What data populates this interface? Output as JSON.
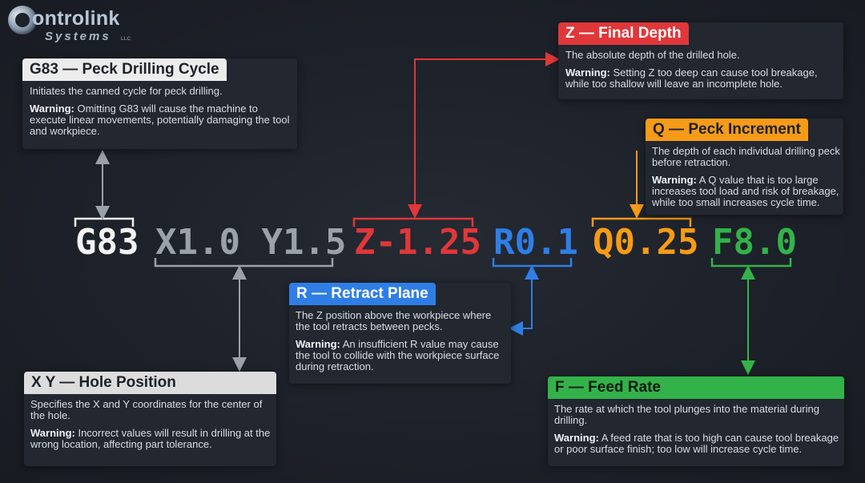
{
  "brand": {
    "name": "ontrolink",
    "sub": "Systems",
    "suffix": "LLC"
  },
  "code_line": {
    "g83": "G83",
    "xy": "X1.0 Y1.5",
    "z": "Z-1.25",
    "r": "R0.1",
    "q": "Q0.25",
    "f": "F8.0"
  },
  "colors": {
    "white": "#f2f2f2",
    "gray": "#9aa1ab",
    "red": "#e0373a",
    "blue": "#2f7ee6",
    "orange": "#f59b18",
    "green": "#33b24a"
  },
  "cards": {
    "g83": {
      "title": "G83 — Peck Drilling Cycle",
      "desc": "Initiates the canned cycle for peck drilling.",
      "warning_label": "Warning:",
      "warning": " Omitting G83 will cause the machine to execute linear movements, potentially damaging the tool and workpiece."
    },
    "z": {
      "title": "Z — Final Depth",
      "desc": "The absolute depth of the drilled hole.",
      "warning_label": "Warning:",
      "warning": " Setting Z too deep can cause tool breakage, while too shallow will leave an incomplete hole."
    },
    "q": {
      "title": "Q — Peck Increment",
      "desc": "The depth of each individual drilling peck before retraction.",
      "warning_label": "Warning:",
      "warning": " A Q value that is too large increases tool load and risk of breakage, while too small increases cycle time."
    },
    "r": {
      "title": "R — Retract Plane",
      "desc": "The Z position above the workpiece where the tool retracts between pecks.",
      "warning_label": "Warning:",
      "warning": " An insufficient R value may cause the tool to collide with the workpiece surface during retraction."
    },
    "xy": {
      "title": "X Y — Hole Position",
      "desc": "Specifies the X and Y coordinates for the center of the hole.",
      "warning_label": "Warning:",
      "warning": " Incorrect values will result in drilling at the wrong location, affecting part tolerance."
    },
    "f": {
      "title": "F — Feed Rate",
      "desc": "The rate at which the tool plunges into the material during drilling.",
      "warning_label": "Warning:",
      "warning": " A feed rate that is too high can cause tool breakage or poor surface finish; too low will increase cycle time."
    }
  }
}
